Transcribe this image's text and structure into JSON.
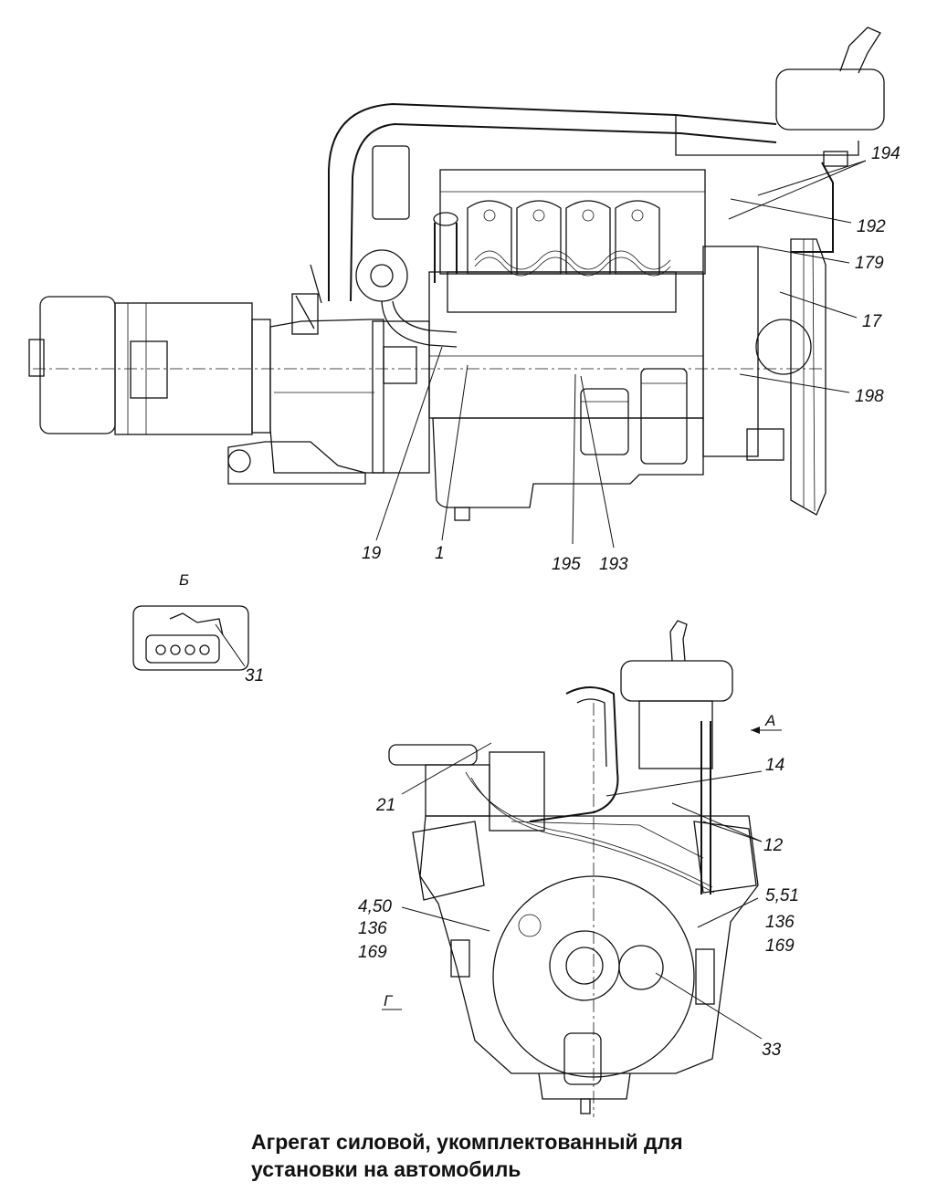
{
  "caption": {
    "line1": "Агрегат силовой, укомплектованный для",
    "line2": "установки на автомобиль"
  },
  "views": {
    "side": {
      "callouts": [
        "194",
        "192",
        "179",
        "17",
        "198",
        "19",
        "1",
        "195",
        "193"
      ]
    },
    "detail_b": {
      "label": "Б",
      "callouts": [
        "31"
      ]
    },
    "front": {
      "view_a_label": "А",
      "view_g_label": "Г",
      "callouts": [
        "21",
        "14",
        "12",
        "4,50",
        "136",
        "169",
        "5,51",
        "136",
        "169",
        "33"
      ]
    }
  },
  "colors": {
    "ink": "#111111",
    "paper": "#ffffff"
  }
}
